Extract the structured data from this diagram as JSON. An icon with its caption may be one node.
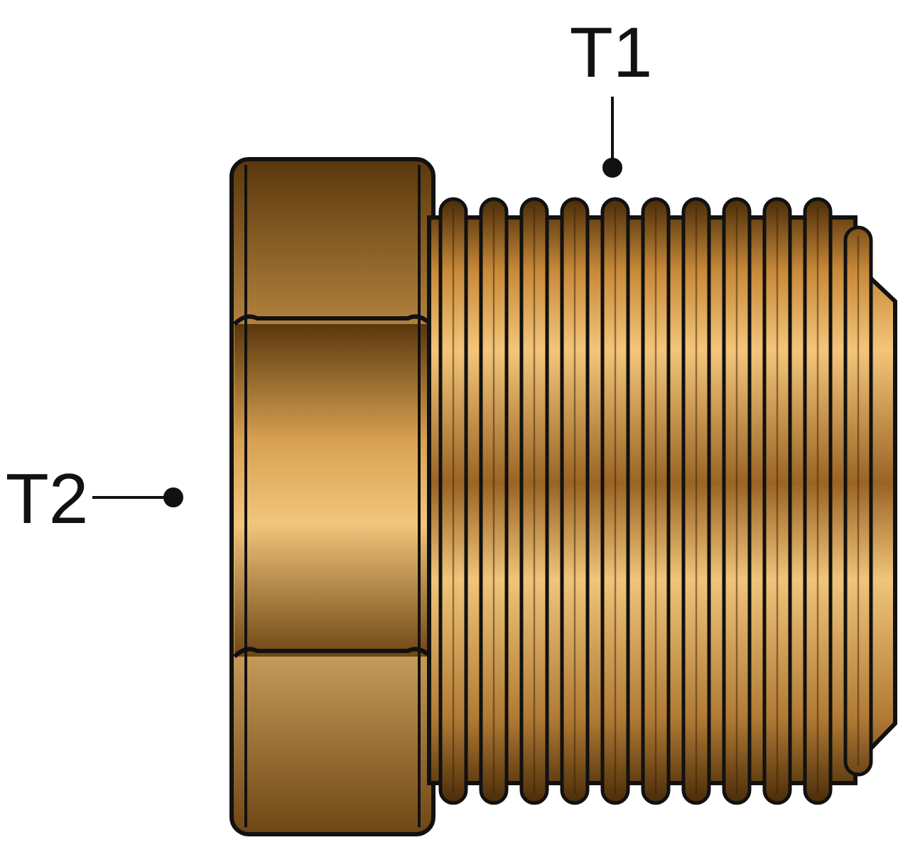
{
  "diagram": {
    "nodes": [
      {
        "text": [
          "T1"
        ]
      },
      {
        "text": [
          "T2"
        ]
      },
      {
        "text": [],
        "shape": "picture"
      },
      {
        "text": [],
        "shape": "picture"
      }
    ],
    "edges": [
      {
        "from": 0,
        "to": 3,
        "arrow": "other"
      },
      {
        "from": 1,
        "to": 2,
        "arrow": "other"
      }
    ]
  }
}
